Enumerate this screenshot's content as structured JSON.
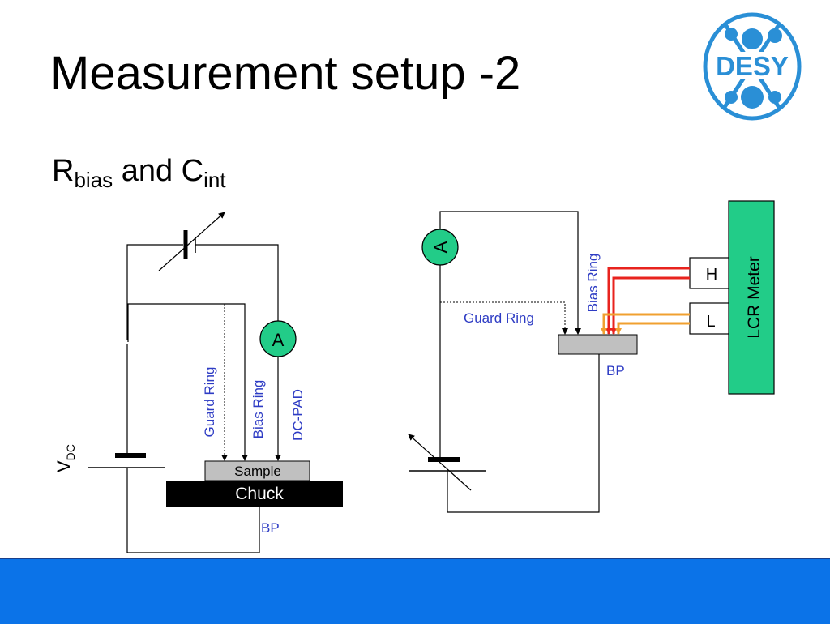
{
  "slide": {
    "title": "Measurement setup -2",
    "subtitle_main_1": "R",
    "subtitle_sub_1": "bias",
    "subtitle_mid": " and C",
    "subtitle_sub_2": "int",
    "logo_text": "DESY"
  },
  "left_diagram": {
    "ammeter": "A",
    "guard_ring": "Guard Ring",
    "bias_ring": "Bias Ring",
    "dc_pad": "DC-PAD",
    "sample": "Sample",
    "chuck": "Chuck",
    "bp": "BP",
    "vdc_main": "V",
    "vdc_sub": "DC"
  },
  "right_diagram": {
    "ammeter": "A",
    "guard_ring": "Guard Ring",
    "bias_ring": "Bias Ring",
    "bp": "BP",
    "h_terminal": "H",
    "l_terminal": "L",
    "lcr_meter": "LCR Meter"
  },
  "colors": {
    "text_blue": "#2e3cc4",
    "ammeter_green": "#22cc88",
    "lcr_green": "#22cc88",
    "wire_red": "#e8231e",
    "wire_orange": "#f0a030",
    "footer_blue": "#0b73e8",
    "logo_blue": "#2a8fd6"
  }
}
